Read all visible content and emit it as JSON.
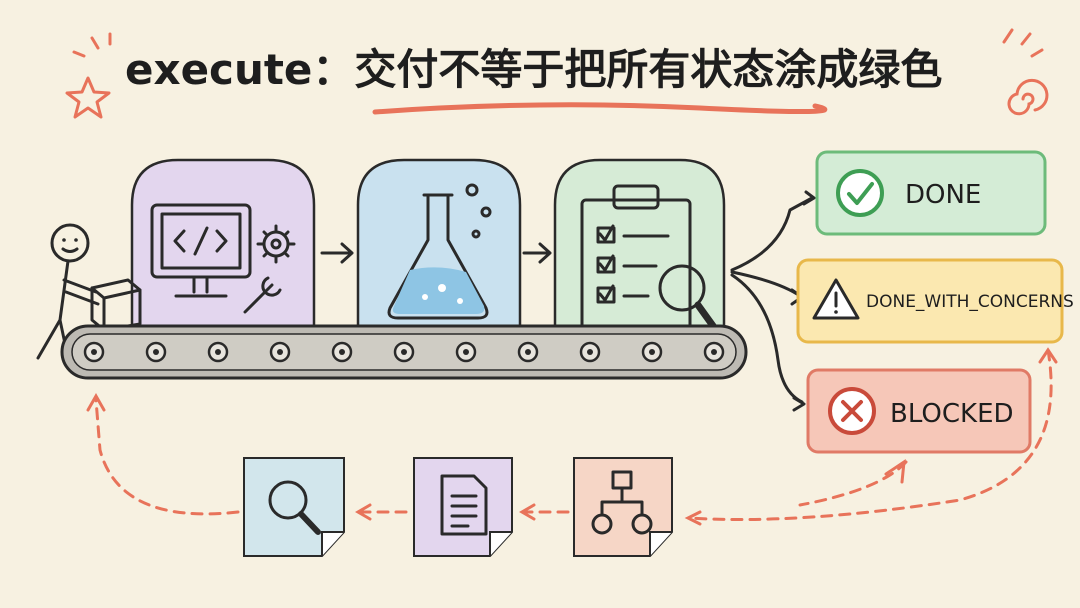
{
  "title": "execute：交付不等于把所有状态涂成绿色",
  "statuses": [
    {
      "label": "DONE",
      "icon": "check-circle-icon",
      "fill": "#d4ecd6",
      "stroke": "#6dbb7a"
    },
    {
      "label": "DONE_WITH_CONCERNS",
      "icon": "warning-triangle-icon",
      "fill": "#fbe8b0",
      "stroke": "#e8b84a"
    },
    {
      "label": "BLOCKED",
      "icon": "x-circle-icon",
      "fill": "#f6c7b8",
      "stroke": "#e07a66"
    }
  ],
  "stages": [
    {
      "icon": "computer-code-icon",
      "fill": "#e3d6ee"
    },
    {
      "icon": "flask-icon",
      "fill": "#c9e1ef"
    },
    {
      "icon": "checklist-icon",
      "fill": "#d6ebd6"
    }
  ],
  "notes": [
    {
      "icon": "magnifier-icon",
      "fill": "#d2e6ec"
    },
    {
      "icon": "document-icon",
      "fill": "#e3d6ee"
    },
    {
      "icon": "flowchart-icon",
      "fill": "#f6d6c6"
    }
  ],
  "colors": {
    "accent": "#e8735a",
    "ink": "#2a2a2a",
    "background": "#f7f1e1"
  }
}
